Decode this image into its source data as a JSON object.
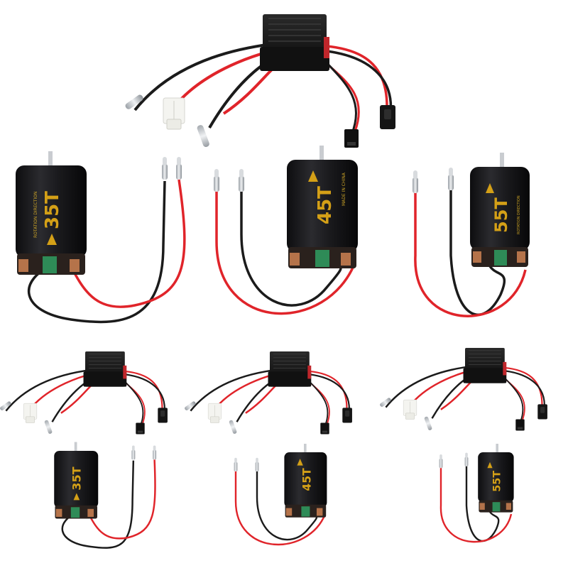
{
  "colors": {
    "background": "#ffffff",
    "motor_body": "#1c1c1e",
    "heatsink": "#141414",
    "wire_red": "#e0242a",
    "wire_black": "#1b1b1b",
    "label_gold": "#d4a017",
    "copper": "#b5734a",
    "pcb_green": "#2e8b57"
  },
  "products": [
    {
      "motor_label": "35T",
      "motor_subtext": "ROTATION DIRECTION"
    },
    {
      "motor_label": "45T",
      "motor_subtext": "MADE IN CHINA"
    },
    {
      "motor_label": "55T",
      "motor_subtext": "ROTATION DIRECTION"
    }
  ],
  "icons": [
    "esc-heatsink-icon",
    "brushed-motor-icon",
    "bullet-connector-icon",
    "switch-icon",
    "servo-plug-icon"
  ]
}
